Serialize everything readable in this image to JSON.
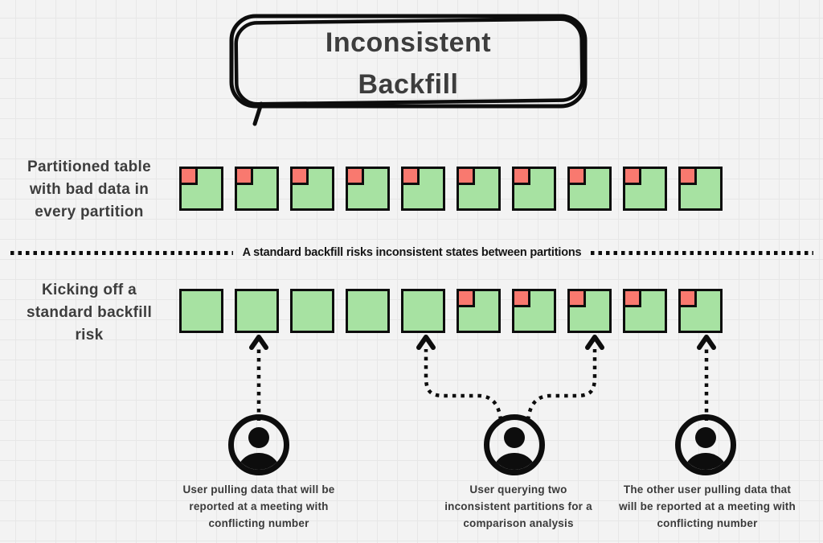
{
  "colors": {
    "background": "#f3f3f3",
    "grid_line": "#e7e7e7",
    "partition_green": "#a7e2a2",
    "bad_data_red": "#f9796f",
    "ink": "#0d0d0d",
    "text_dark": "#3d3d3d"
  },
  "title": {
    "line1": "Inconsistent",
    "line2": "Backfill"
  },
  "divider": {
    "text": "A standard backfill risks inconsistent states between partitions"
  },
  "rows": [
    {
      "label": "Partitioned table\nwith bad data in\nevery partition",
      "partitions": [
        "bad",
        "bad",
        "bad",
        "bad",
        "bad",
        "bad",
        "bad",
        "bad",
        "bad",
        "bad"
      ]
    },
    {
      "label": "Kicking off a\nstandard backfill\nrisk",
      "partitions": [
        "clean",
        "clean",
        "clean",
        "clean",
        "clean",
        "bad",
        "bad",
        "bad",
        "bad",
        "bad"
      ]
    }
  ],
  "users": [
    {
      "caption": "User pulling data that will be\nreported at a meeting with\nconflicting number"
    },
    {
      "caption": "User querying two\ninconsistent partitions for a\ncomparison analysis"
    },
    {
      "caption": "The other user pulling data that\nwill be reported at a meeting with\nconflicting number"
    }
  ]
}
